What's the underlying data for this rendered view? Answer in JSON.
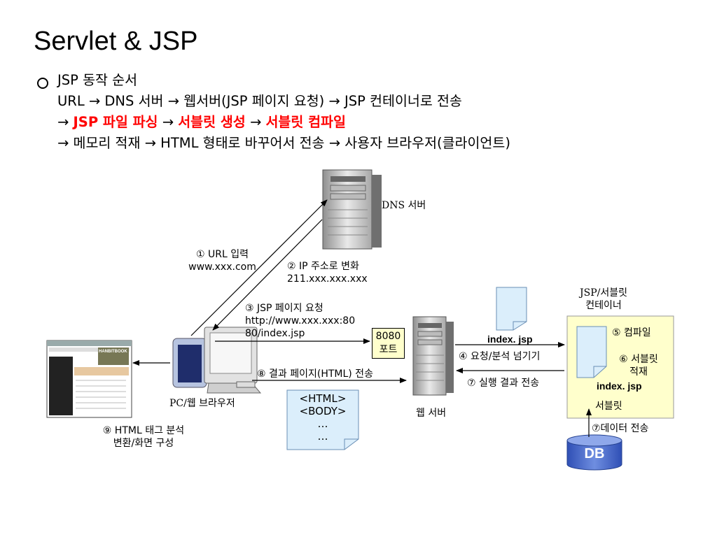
{
  "title": "Servlet & JSP",
  "bullet": {
    "line1": "JSP 동작 순서",
    "line2": "URL → DNS 서버 → 웹서버(JSP 페이지 요청) → JSP 컨테이너로 전송",
    "line3": {
      "arrow1": "→",
      "red1": "JSP 파일 파싱",
      "arrow2": "→",
      "red2": "서블릿 생성",
      "arrow3": "→",
      "red3": "서블릿 컴파일"
    },
    "line4": "→ 메모리 적재 → HTML 형태로 바꾸어서 전송 → 사용자 브라우저(클라이언트)"
  },
  "diagram": {
    "dns_server_label": "DNS 서버",
    "step1": [
      "① URL 입력",
      "www.xxx.com"
    ],
    "step2": [
      "② IP 주소로 변화",
      "211.xxx.xxx.xxx"
    ],
    "step3": [
      "③ JSP 페이지 요청",
      "http://www.xxx.xxx:80",
      "80/index.jsp"
    ],
    "port_box": [
      "8080",
      "포트"
    ],
    "step8": "⑧ 결과 페이지(HTML) 전송",
    "pc_label": "PC/웹 브라우저",
    "step9": [
      "⑨ HTML 태그 분석",
      "변환/화면 구성"
    ],
    "html_doc": [
      "<HTML>",
      "<BODY>",
      "…",
      "…"
    ],
    "web_server_label": "웹 서버",
    "index_jsp_top": "index. jsp",
    "step4": "④ 요청/분석 넘기기",
    "step7a": "⑦ 실행 결과 전송",
    "container_title": [
      "JSP/서블릿",
      "컨테이너"
    ],
    "step5": "⑤ 컴파일",
    "step6": [
      "⑥ 서블릿",
      "적재"
    ],
    "index_jsp_inner": "index. jsp",
    "servlet_label": "서블릿",
    "step7b": "⑦데이터 전송",
    "db_label": "DB",
    "browser_logo": "HANBITBOOK"
  },
  "colors": {
    "accent_red": "#ff0000",
    "db_blue": "#3b5bc4",
    "note_blue": "#dbeefb",
    "note_yellow": "#ffffcc"
  }
}
